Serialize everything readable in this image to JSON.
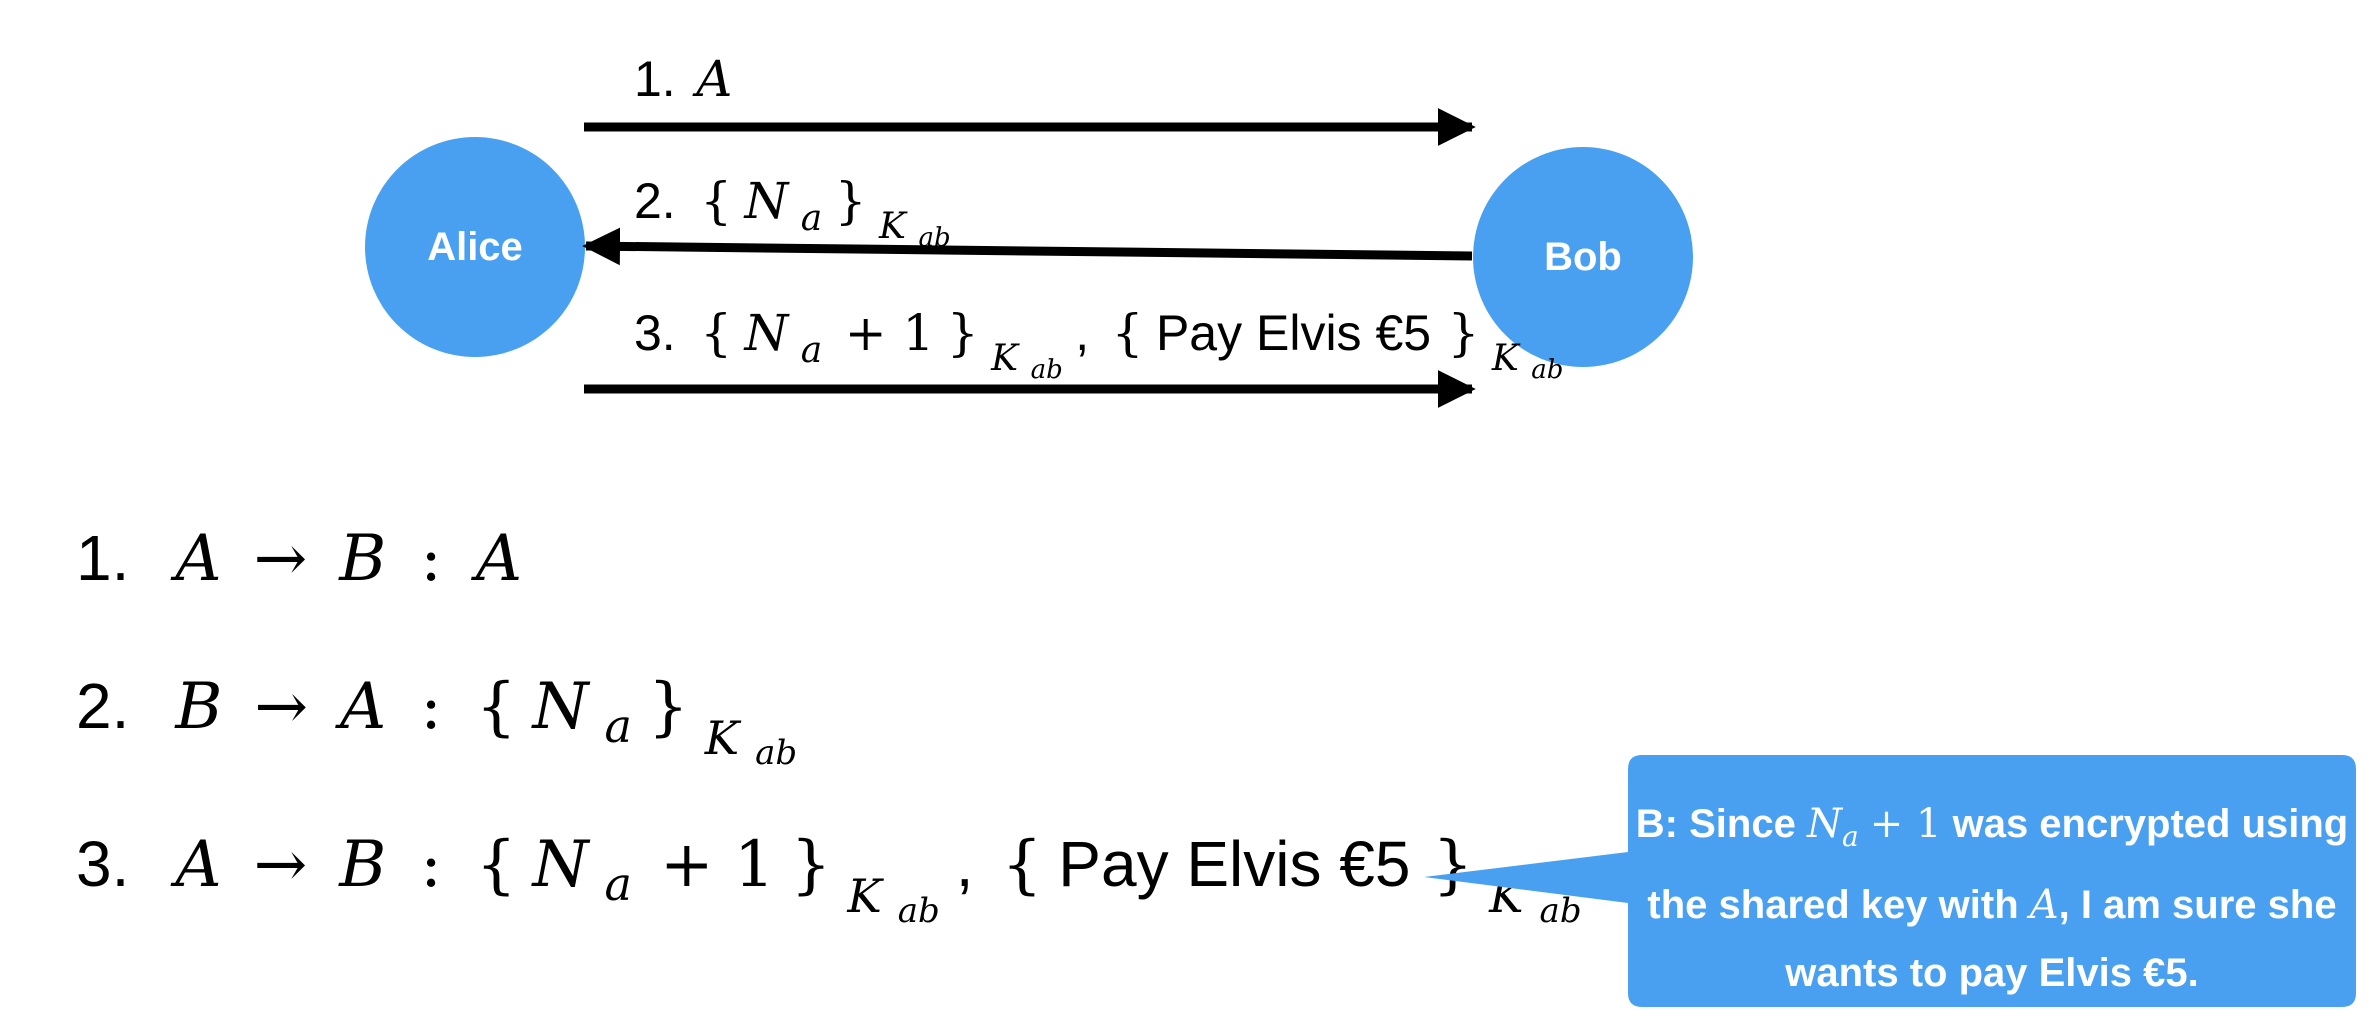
{
  "colors": {
    "node_fill": "#4aa0f0",
    "node_text": "#ffffff",
    "arrow": "#000000",
    "bubble_fill": "#4aa0f0"
  },
  "nodes": {
    "alice": "Alice",
    "bob": "Bob"
  },
  "arrows": {
    "m1": {
      "num": "1.",
      "A": "A"
    },
    "m2": {
      "num": "2.",
      "open": "{",
      "N": "N",
      "a": "a",
      "close": "}",
      "K": "K",
      "ab": "ab"
    },
    "m3": {
      "num": "3.",
      "open": "{",
      "N": "N",
      "a": "a",
      "plus_one": "+ 1",
      "close": "}",
      "K": "K",
      "ab": "ab",
      "comma": ",",
      "open2": "{",
      "pay": "Pay Elvis €5",
      "close2": "}",
      "K2": "K",
      "ab2": "ab"
    }
  },
  "protocol": {
    "s1": {
      "num": "1.",
      "from": "A",
      "arrow": "→",
      "to": "B",
      "colon": ":",
      "msg": "A"
    },
    "s2": {
      "num": "2.",
      "from": "B",
      "arrow": "→",
      "to": "A",
      "colon": ":",
      "open": "{",
      "N": "N",
      "a": "a",
      "close": "}",
      "K": "K",
      "ab": "ab"
    },
    "s3": {
      "num": "3.",
      "from": "A",
      "arrow": "→",
      "to": "B",
      "colon": ":",
      "open": "{",
      "N": "N",
      "a": "a",
      "plus_one": "+ 1",
      "close": "}",
      "K": "K",
      "ab": "ab",
      "comma": ",",
      "open2": "{",
      "pay": "Pay Elvis €5",
      "close2": "}",
      "K2": "K",
      "ab2": "ab"
    }
  },
  "callout": {
    "prefix": "B:",
    "since": "Since",
    "N": "N",
    "a": "a",
    "plus_one": "+ 1",
    "mid": "was encrypted using the shared key with",
    "A": "A",
    "end": ", I am sure she wants to pay Elvis €5."
  }
}
